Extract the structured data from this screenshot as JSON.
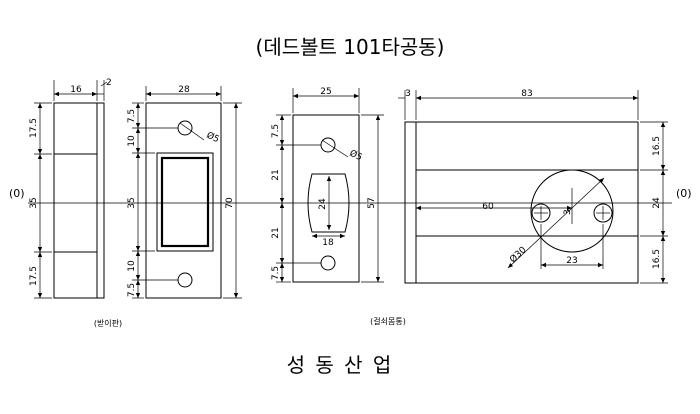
{
  "title": "(데드볼트 101타공동)",
  "company": "성   동   산   업",
  "labels": {
    "strike_caption": "(받이판)",
    "lock_caption": "(걸쇠몸통)",
    "centerline_left": "(0)",
    "centerline_right": "(0)"
  },
  "dims": {
    "strike_width": "16",
    "strike_plate_thickness": "2",
    "strike_top": "17.5",
    "strike_mid": "35",
    "strike_bottom": "17.5",
    "faceplate_width": "28",
    "faceplate_top_offset": "7.5",
    "faceplate_upper_gap": "10",
    "faceplate_slot": "35",
    "faceplate_lower_gap": "10",
    "faceplate_bottom_offset": "7.5",
    "faceplate_hole": "Ø5",
    "faceplate_height": "70",
    "bolt_face_width": "25",
    "bolt_top_offset": "7.5",
    "bolt_upper": "21",
    "bolt_window_height": "24",
    "bolt_lower": "21",
    "bolt_bottom_offset": "7.5",
    "bolt_hole": "Ø5",
    "bolt_window_width": "18",
    "bolt_face_height": "57",
    "body_plate_thickness": "3",
    "body_length": "83",
    "backset": "60",
    "hub_diameter": "Ø30",
    "hub_offset": "3",
    "screw_spacing": "23",
    "body_top": "16.5",
    "body_mid": "24",
    "body_bottom": "16.5"
  }
}
